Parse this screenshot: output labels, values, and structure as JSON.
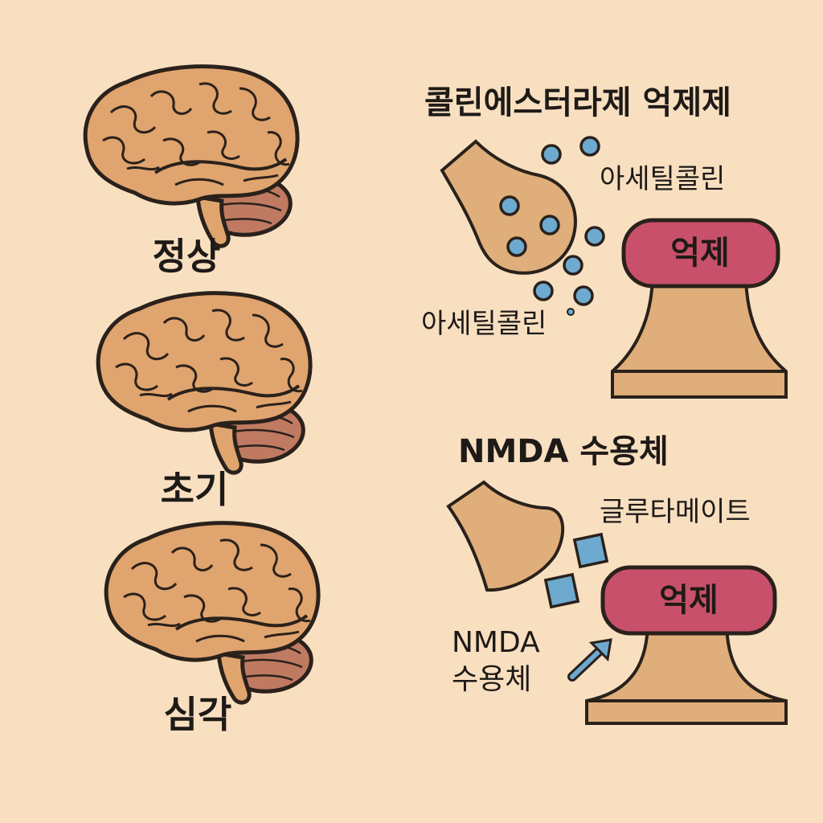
{
  "stages": {
    "normal": "정상",
    "early": "초기",
    "severe": "심각"
  },
  "cholinesterase": {
    "title": "콜린에스터라제 억제제",
    "neurotransmitter_label_top": "아세틸콜린",
    "neurotransmitter_label_bottom": "아세틸콜린",
    "block_label": "억제"
  },
  "nmda": {
    "title": "NMDA 수용체",
    "neurotransmitter_label": "글루타메이트",
    "receptor_label_line1": "NMDA",
    "receptor_label_line2": "수용체",
    "block_label": "억제"
  },
  "colors": {
    "background": "#f8dfc0",
    "brain": "#e0a46e",
    "cerebellum": "#c07a62",
    "neuron": "#dfae7a",
    "acetylcholine": "#6ea9cf",
    "glutamate": "#6ea9cf",
    "block": "#c9506a",
    "outline": "#2a211b"
  },
  "icons": {
    "brain": "brain-icon",
    "presynaptic": "presynaptic-terminal-icon",
    "postsynaptic": "postsynaptic-receptor-icon",
    "molecule": "neurotransmitter-dot-icon",
    "arrow": "arrow-up-right-icon"
  }
}
